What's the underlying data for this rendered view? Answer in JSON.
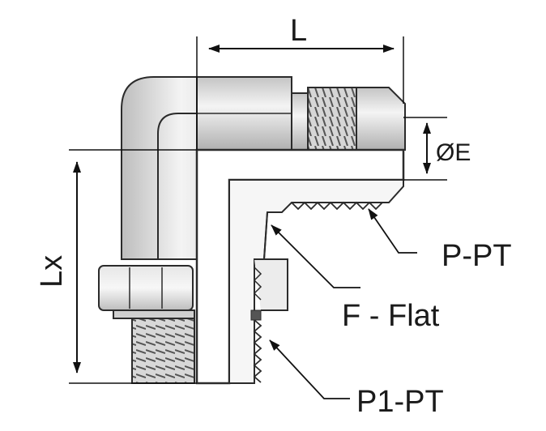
{
  "labels": {
    "length": "L",
    "height": "Lx",
    "diameter": "ØE",
    "port_thread": "P-PT",
    "flat": "F - Flat",
    "base_thread": "P1-PT"
  },
  "colors": {
    "outline": "#2b2b2b",
    "metal_light": "#f2f2f2",
    "metal_mid": "#cfcfcf",
    "metal_dark": "#9a9a9a",
    "dimension": "#111111"
  }
}
